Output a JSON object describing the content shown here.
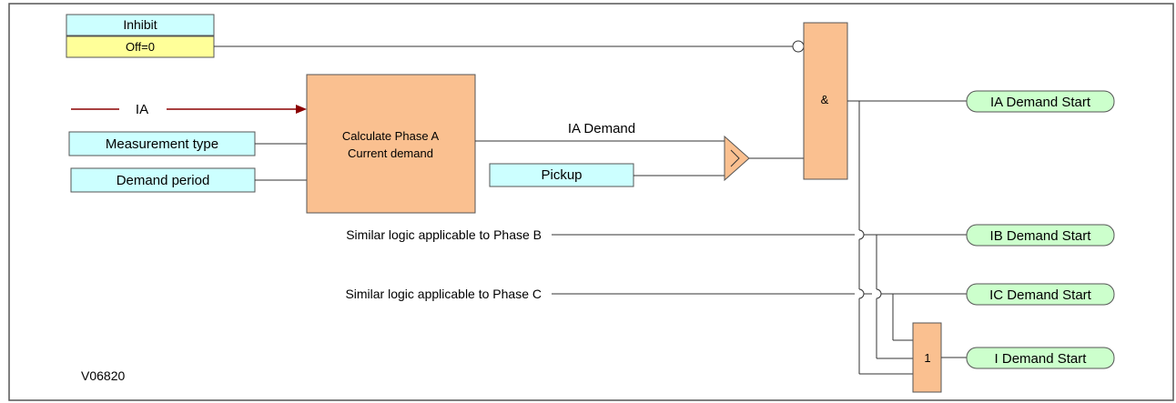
{
  "inputs": {
    "inhibit_label": "Inhibit",
    "inhibit_value": "Off=0",
    "ia_signal": "IA",
    "measurement_type": "Measurement type",
    "demand_period": "Demand period",
    "pickup": "Pickup"
  },
  "blocks": {
    "calc_line1": "Calculate Phase A",
    "calc_line2": "Current demand",
    "and_gate": "&",
    "or_gate": "1"
  },
  "signals": {
    "ia_demand": "IA Demand",
    "phase_b_note": "Similar logic applicable to Phase B",
    "phase_c_note": "Similar logic applicable to Phase C"
  },
  "outputs": {
    "ia_demand_start": "IA Demand Start",
    "ib_demand_start": "IB Demand Start",
    "ic_demand_start": "IC Demand Start",
    "i_demand_start": "I Demand Start"
  },
  "figure_id": "V06820",
  "colors": {
    "input_fill": "#ccffff",
    "setting_fill": "#ffff99",
    "block_fill": "#fac090",
    "output_fill": "#ccffcc",
    "signal_arrow": "#8b0000"
  }
}
